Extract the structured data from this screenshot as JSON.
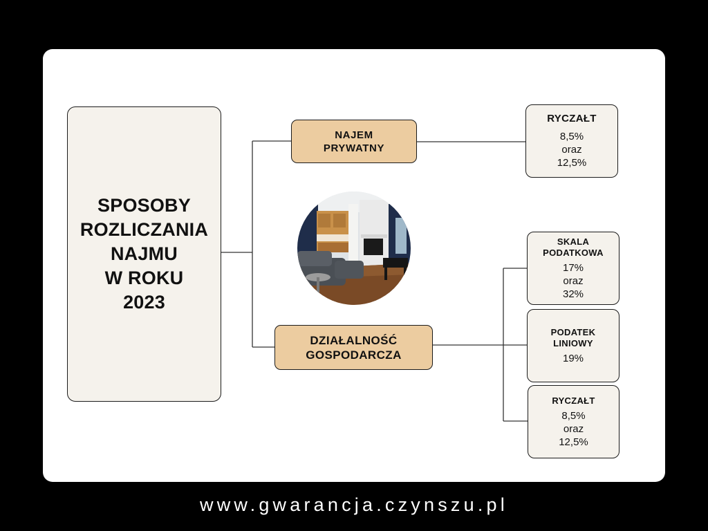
{
  "main_title": "SPOSOBY\nROZLICZANIA\nNAJMU\n W ROKU\n2023",
  "categories": {
    "najem": "NAJEM\nPRYWATNY",
    "dzialalnosc": "DZIAŁALNOŚĆ\nGOSPODARCZA"
  },
  "leaves": {
    "najem_ryczalt": {
      "title": "RYCZAŁT",
      "rates": "8,5%\noraz\n12,5%"
    },
    "skala": {
      "title": "SKALA\nPODATKOWA",
      "rates": "17%\noraz\n32%"
    },
    "liniowy": {
      "title": "PODATEK\nLINIOWY",
      "rates": "19%"
    },
    "dzial_ryczalt": {
      "title": "RYCZAŁT",
      "rates": "8,5%\noraz\n12,5%"
    }
  },
  "image": {
    "icon": "living-room-photo"
  },
  "footer": "www.gwarancja.czynszu.pl",
  "colors": {
    "background": "#000000",
    "card": "#ffffff",
    "box_fill": "#f5f2ec",
    "category_fill": "#eccca0",
    "line": "#333333"
  }
}
